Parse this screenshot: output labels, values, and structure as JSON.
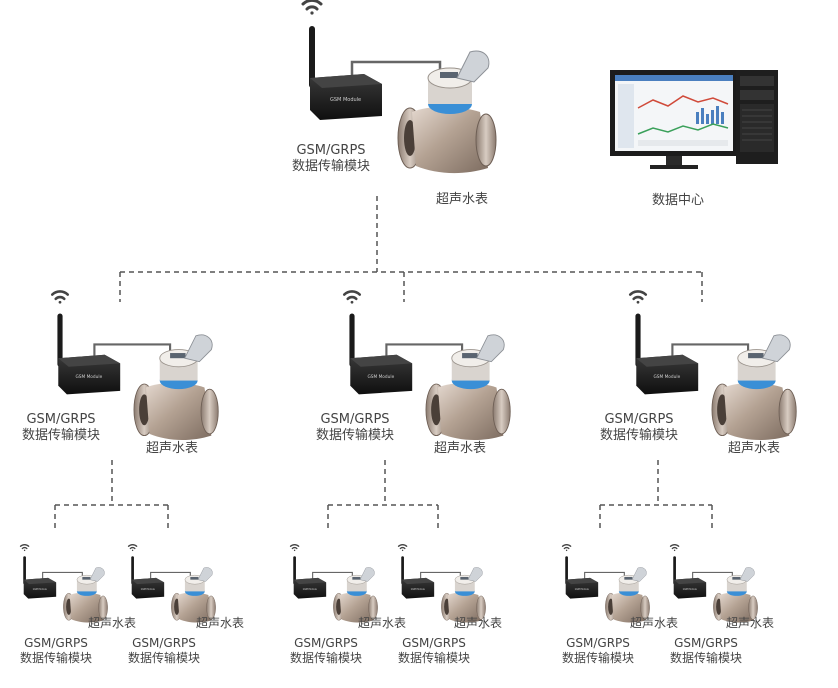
{
  "colors": {
    "link": "#555555",
    "module": "#1e1e1e",
    "meter_body": "#b9a79a",
    "meter_ring": "#3a8fd6",
    "cable": "#666666",
    "wifi": "#444444"
  },
  "icons": [
    "wifi-icon",
    "antenna-icon",
    "gsm-module-icon",
    "ultrasonic-meter-icon",
    "computer-icon"
  ],
  "data_center": {
    "label": "数据中心"
  },
  "top_unit": {
    "module_line1": "GSM/GRPS",
    "module_line2": "数据传输模块",
    "meter_label": "超声水表"
  },
  "mid_units": [
    {
      "module_line1": "GSM/GRPS",
      "module_line2": "数据传输模块",
      "meter_label": "超声水表"
    },
    {
      "module_line1": "GSM/GRPS",
      "module_line2": "数据传输模块",
      "meter_label": "超声水表"
    },
    {
      "module_line1": "GSM/GRPS",
      "module_line2": "数据传输模块",
      "meter_label": "超声水表"
    }
  ],
  "bottom_units": [
    {
      "module_line1": "GSM/GRPS",
      "module_line2": "数据传输模块",
      "meter_label": "超声水表"
    },
    {
      "module_line1": "GSM/GRPS",
      "module_line2": "数据传输模块",
      "meter_label": "超声水表"
    },
    {
      "module_line1": "GSM/GRPS",
      "module_line2": "数据传输模块",
      "meter_label": "超声水表"
    },
    {
      "module_line1": "GSM/GRPS",
      "module_line2": "数据传输模块",
      "meter_label": "超声水表"
    },
    {
      "module_line1": "GSM/GRPS",
      "module_line2": "数据传输模块",
      "meter_label": "超声水表"
    },
    {
      "module_line1": "GSM/GRPS",
      "module_line2": "数据传输模块",
      "meter_label": "超声水表"
    }
  ]
}
